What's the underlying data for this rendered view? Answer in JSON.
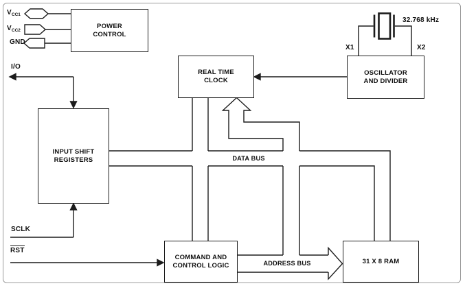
{
  "colors": {
    "line": "#1c1c1c",
    "frame": "#9a9a9a",
    "background": "#ffffff"
  },
  "pins": {
    "vcc1": {
      "main": "V",
      "sub": "CC1"
    },
    "vcc2": {
      "main": "V",
      "sub": "CC2"
    },
    "gnd": {
      "label": "GND"
    },
    "io": {
      "label": "I/O"
    },
    "sclk": {
      "label": "SCLK"
    },
    "rst": {
      "label": "RST"
    },
    "x1": {
      "label": "X1"
    },
    "x2": {
      "label": "X2"
    }
  },
  "crystal": {
    "frequency": "32.768 kHz"
  },
  "blocks": {
    "power_control": {
      "lines": [
        "POWER",
        "CONTROL"
      ]
    },
    "real_time_clock": {
      "lines": [
        "REAL TIME",
        "CLOCK"
      ]
    },
    "oscillator_divider": {
      "lines": [
        "OSCILLATOR",
        "AND DIVIDER"
      ]
    },
    "input_shift_registers": {
      "lines": [
        "INPUT SHIFT",
        "REGISTERS"
      ]
    },
    "command_control_logic": {
      "lines": [
        "COMMAND AND",
        "CONTROL LOGIC"
      ]
    },
    "ram": {
      "lines": [
        "31 X 8 RAM"
      ]
    }
  },
  "buses": {
    "data_bus": "DATA BUS",
    "address_bus": "ADDRESS BUS"
  }
}
